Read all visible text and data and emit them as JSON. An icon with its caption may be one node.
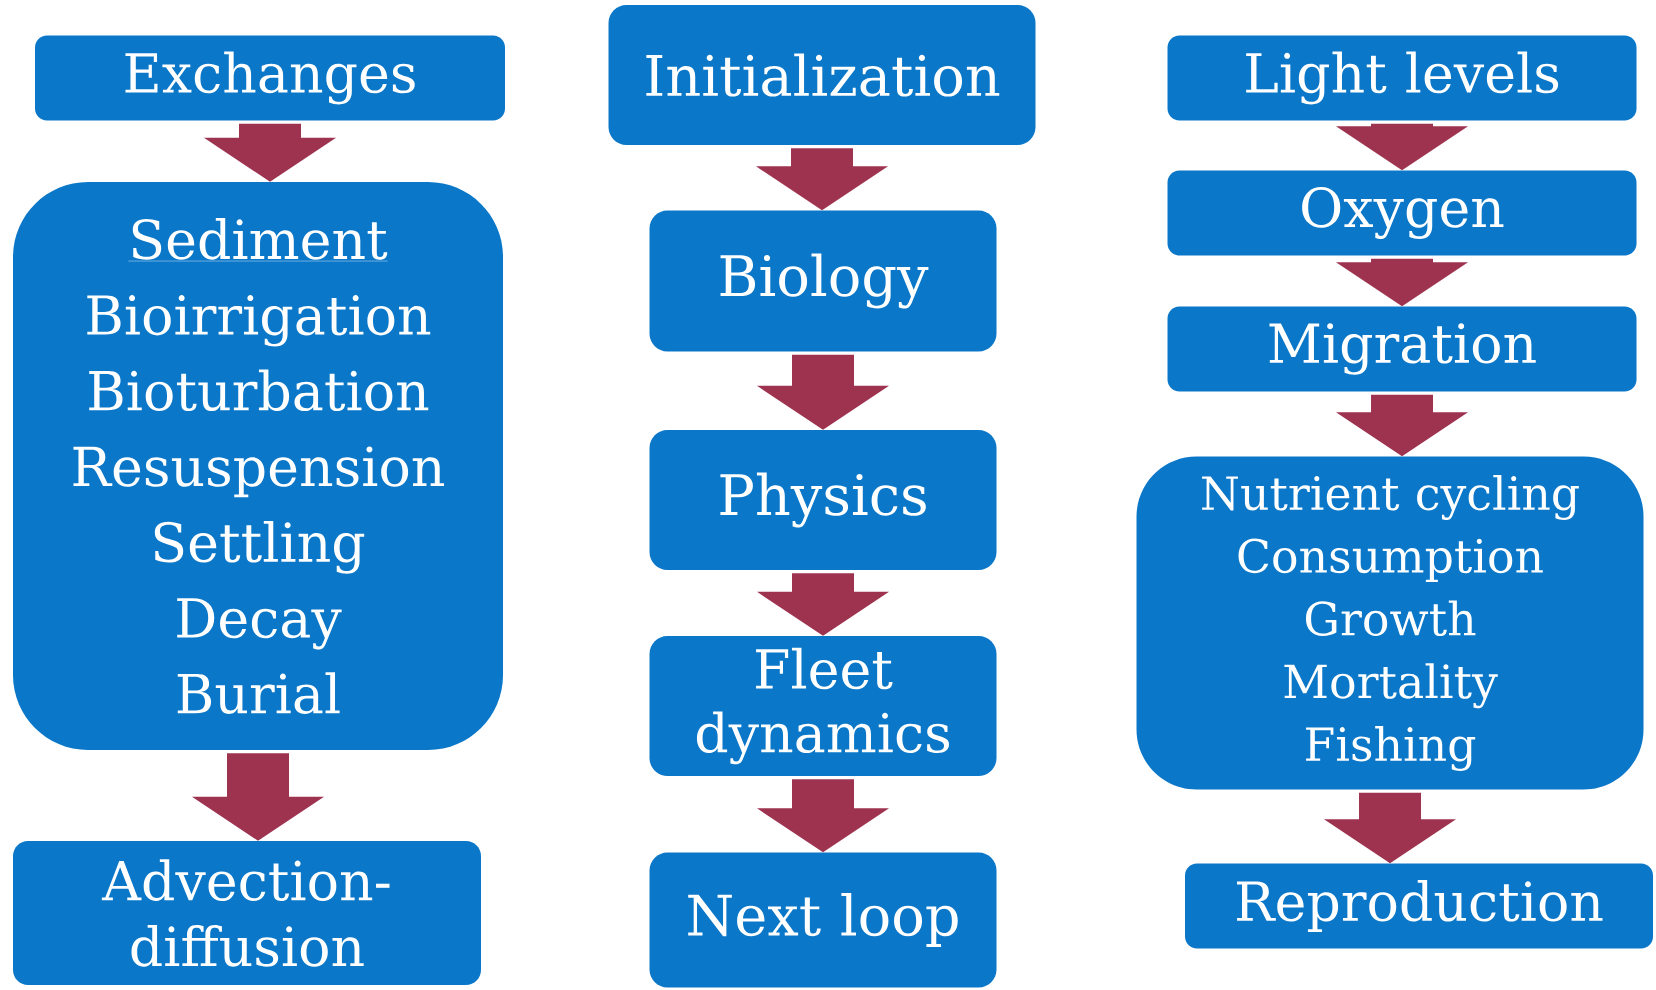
{
  "diagram": {
    "nodes": [
      {
        "text": [
          "Exchanges"
        ]
      },
      {
        "text": [
          "Sediment",
          "Bioirrigation",
          "Bioturbation",
          "Resuspension",
          "Settling",
          "Decay",
          "Burial"
        ]
      },
      {
        "text": [
          "Advection- diffusion"
        ]
      },
      {
        "text": [
          "Initialization"
        ]
      },
      {
        "text": [
          "Biology"
        ]
      },
      {
        "text": [
          "Physics"
        ]
      },
      {
        "text": [
          "Fleet dynamics"
        ]
      },
      {
        "text": [
          "Next loop"
        ]
      },
      {
        "text": [
          "Light levels"
        ]
      },
      {
        "text": [
          "Oxygen"
        ]
      },
      {
        "text": [
          "Migration"
        ]
      },
      {
        "text": [
          "Nutrient cycling",
          "Consumption",
          "Growth",
          "Mortality",
          "Fishing"
        ]
      },
      {
        "text": [
          "Reproduction"
        ]
      }
    ],
    "edges": [
      {
        "from": 0,
        "to": 1,
        "arrow": "to"
      },
      {
        "from": 1,
        "to": 2,
        "arrow": "to"
      },
      {
        "from": 3,
        "to": 4,
        "arrow": "to"
      },
      {
        "from": 4,
        "to": 5,
        "arrow": "to"
      },
      {
        "from": 5,
        "to": 6,
        "arrow": "to"
      },
      {
        "from": 6,
        "to": 7,
        "arrow": "to"
      },
      {
        "from": 8,
        "to": 9,
        "arrow": "to"
      },
      {
        "from": 9,
        "to": 10,
        "arrow": "to"
      },
      {
        "from": 10,
        "to": 11,
        "arrow": "to"
      },
      {
        "from": 11,
        "to": 12,
        "arrow": "to"
      }
    ]
  }
}
